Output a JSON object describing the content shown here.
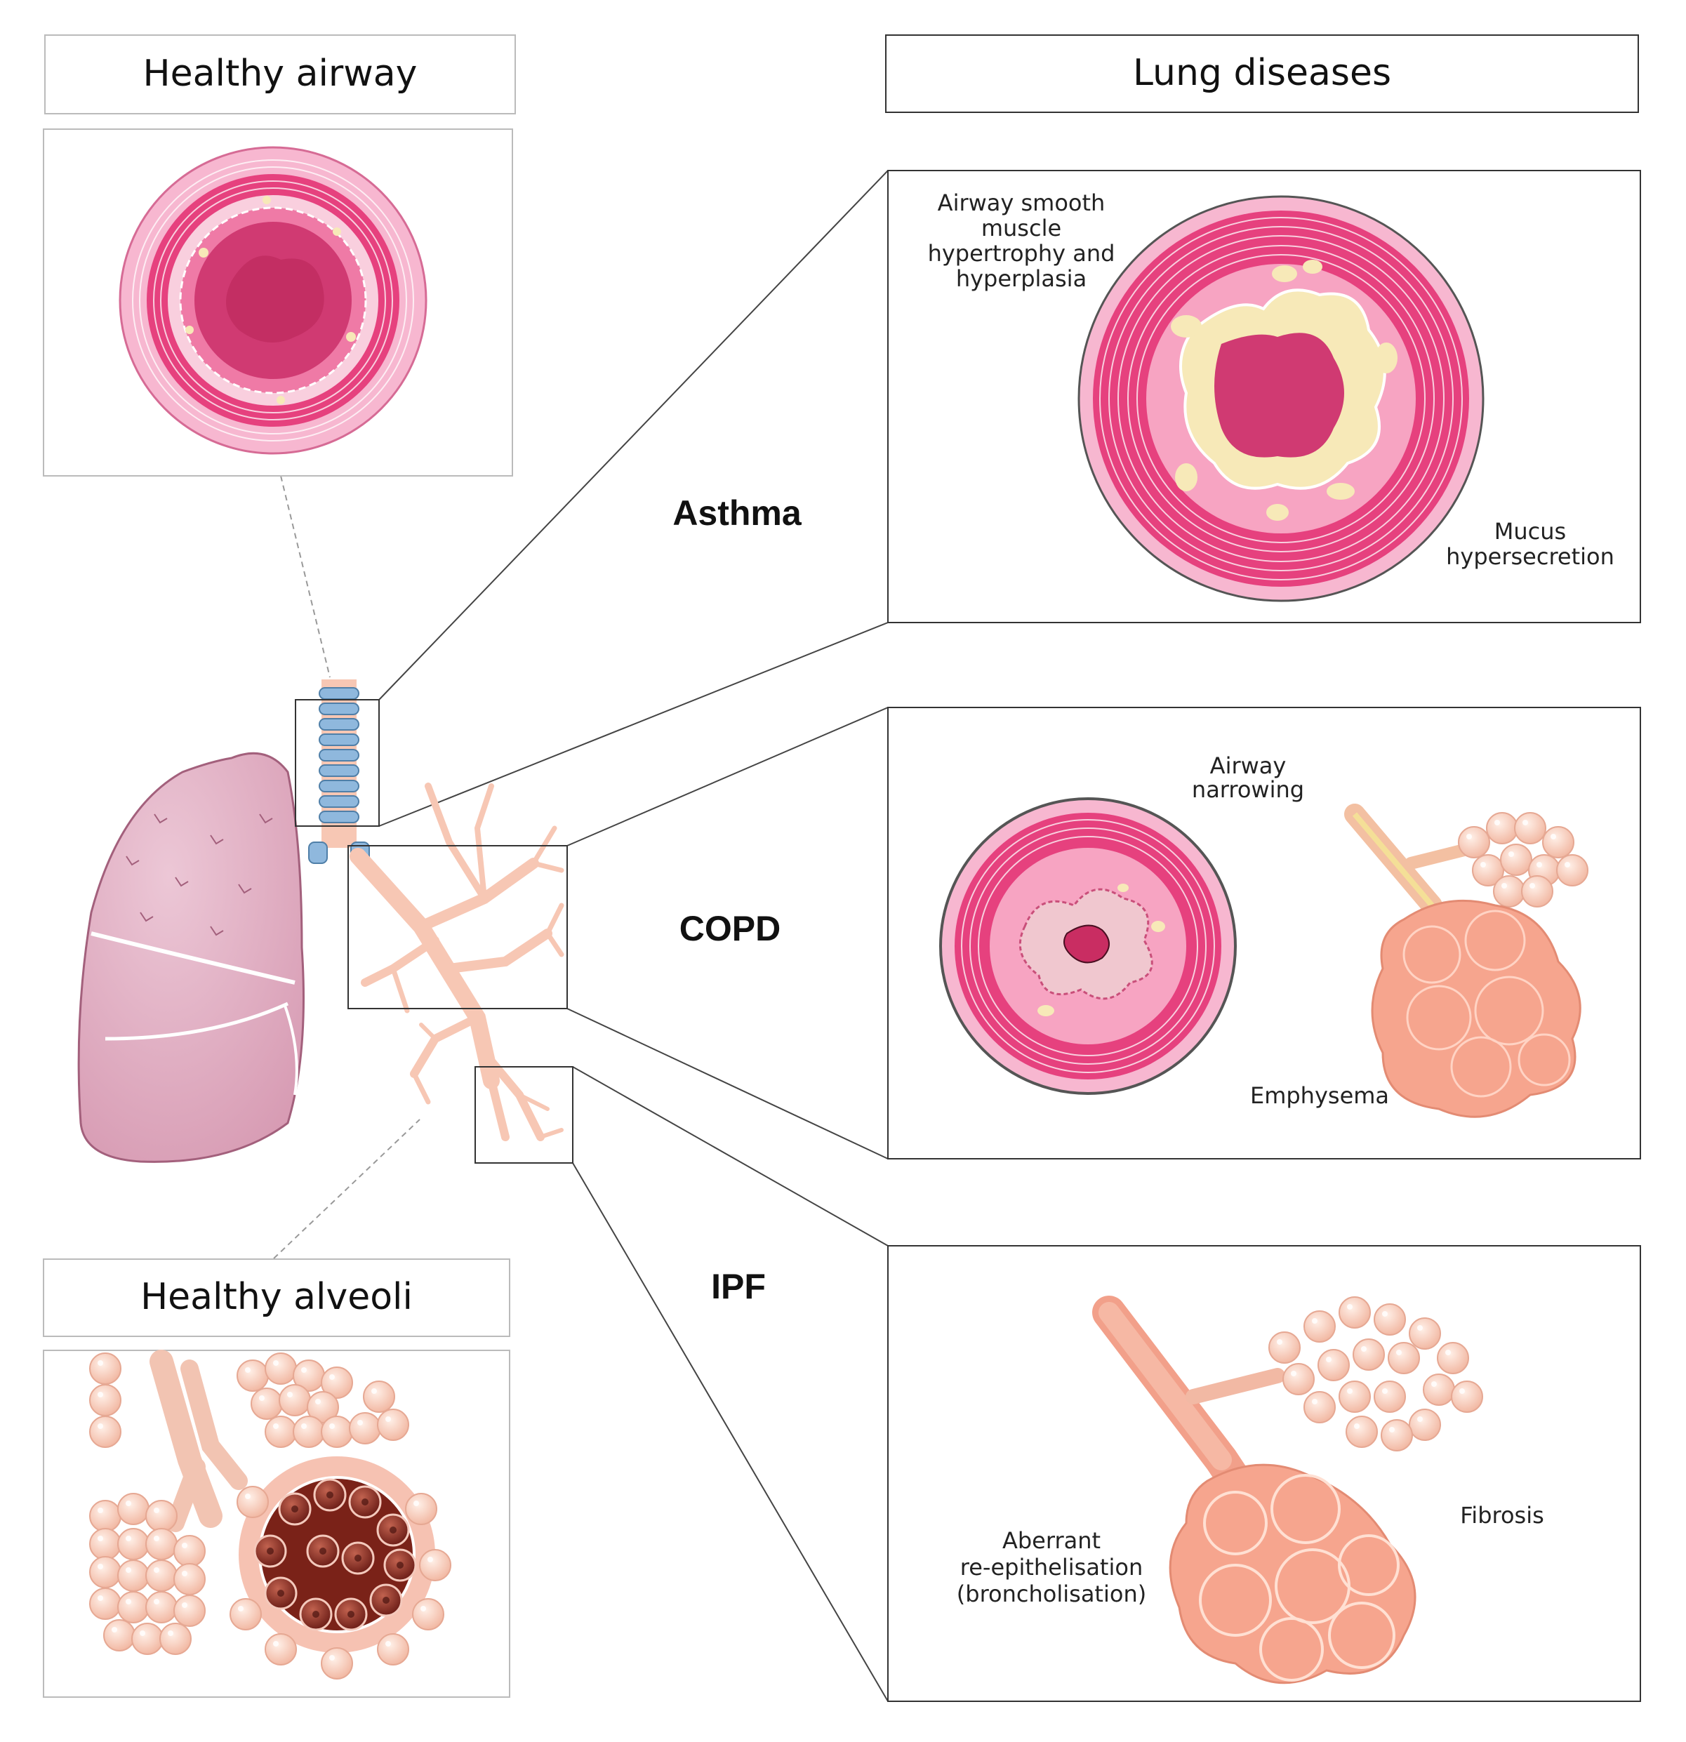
{
  "headers": {
    "healthy_airway": "Healthy airway",
    "lung_diseases": "Lung diseases",
    "healthy_alveoli": "Healthy alveoli"
  },
  "diseases": {
    "asthma": "Asthma",
    "copd": "COPD",
    "ipf": "IPF"
  },
  "annotations": {
    "asthma_muscle": [
      "Airway smooth",
      "muscle",
      "hypertrophy and",
      "hyperplasia"
    ],
    "asthma_mucus": [
      "Mucus",
      "hypersecretion"
    ],
    "copd_narrowing": [
      "Airway",
      "narrowing"
    ],
    "copd_emphysema": "Emphysema",
    "ipf_fibrosis": "Fibrosis",
    "ipf_aberrant": [
      "Aberrant",
      "re-epithelisation",
      "(broncholisation)"
    ]
  },
  "colors": {
    "airway_outer": "#f7b7d0",
    "airway_muscle": "#e6417e",
    "airway_lumen": "#d03a72",
    "mucus": "#f7e9b8",
    "lung": "#e2b3c6",
    "trachea_ring": "#8fb8dd",
    "bronchi": "#f7c7b4",
    "alveoli": "#f6a58e",
    "alveoli_dark": "#8a2e24",
    "box_stroke": "#333333"
  }
}
